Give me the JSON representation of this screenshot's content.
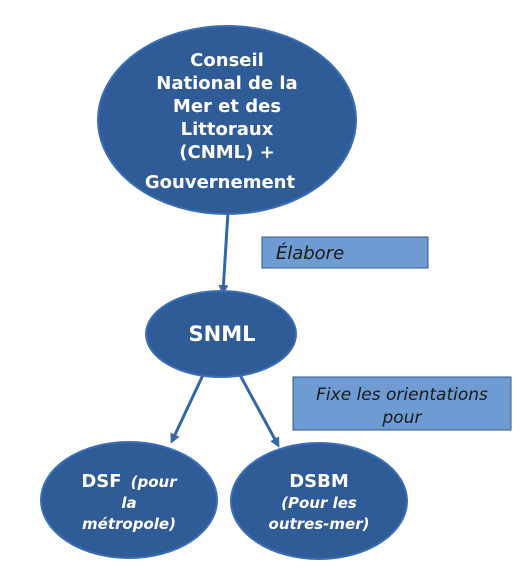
{
  "nodes": {
    "cnml": {
      "lines": [
        "Conseil",
        "National de la",
        "Mer et des",
        "Littoraux",
        "(CNML) +",
        "Gouvernement"
      ]
    },
    "snml": {
      "label": "SNML"
    },
    "dsf": {
      "title": "DSF",
      "sub1": "(pour",
      "sub2": "la",
      "sub3": "métropole)"
    },
    "dsbm": {
      "title": "DSBM",
      "sub1": "(Pour les",
      "sub2": "outres-mer)"
    }
  },
  "edges": {
    "elabore": {
      "label": "Élabore"
    },
    "fixe": {
      "line1": "Fixe les orientations",
      "line2": "pour"
    }
  },
  "colors": {
    "node_fill": "#2f5b96",
    "node_stroke": "#3b6fb5",
    "label_fill": "#6f9bd3",
    "label_stroke": "#2d5a8e",
    "arrow": "#3566a6"
  }
}
